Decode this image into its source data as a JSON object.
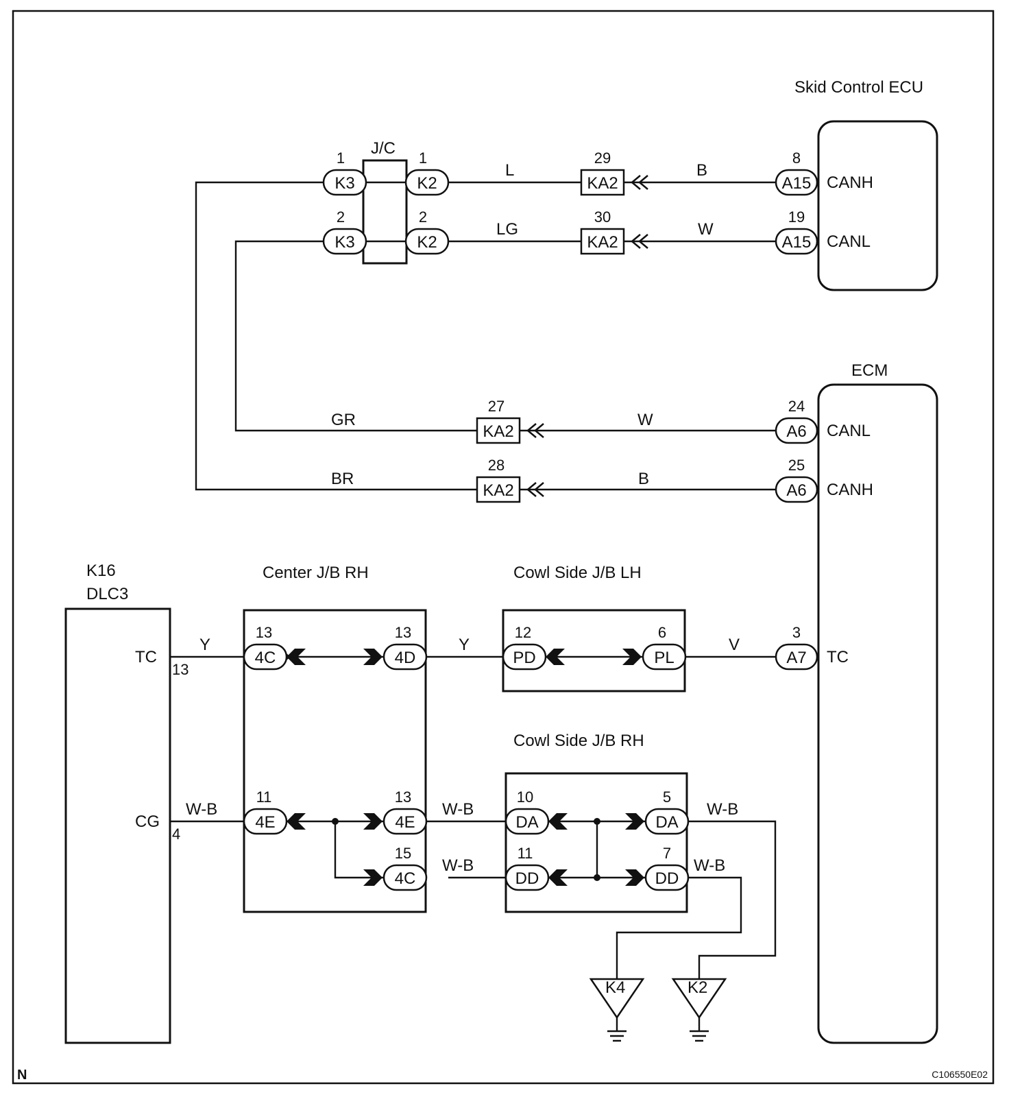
{
  "components": {
    "skid_ecu": {
      "title": "Skid Control ECU",
      "pins": [
        "CANH",
        "CANL"
      ]
    },
    "ecm": {
      "title": "ECM",
      "pins": [
        "CANL",
        "CANH",
        "TC"
      ]
    },
    "dlc3": {
      "line1": "K16",
      "line2": "DLC3",
      "pins": [
        "TC",
        "CG"
      ],
      "pin_numbers": [
        "13",
        "4"
      ]
    },
    "jc": {
      "title": "J/C"
    },
    "center_jb": {
      "title": "Center J/B RH"
    },
    "cowl_lh": {
      "title": "Cowl Side J/B LH"
    },
    "cowl_rh": {
      "title": "Cowl Side J/B RH"
    }
  },
  "connectors": {
    "k3_1": {
      "code": "K3",
      "pin": "1"
    },
    "k3_2": {
      "code": "K3",
      "pin": "2"
    },
    "k2_1": {
      "code": "K2",
      "pin": "1"
    },
    "k2_2": {
      "code": "K2",
      "pin": "2"
    },
    "ka2_29": {
      "code": "KA2",
      "pin": "29"
    },
    "ka2_30": {
      "code": "KA2",
      "pin": "30"
    },
    "ka2_27": {
      "code": "KA2",
      "pin": "27"
    },
    "ka2_28": {
      "code": "KA2",
      "pin": "28"
    },
    "a15_8": {
      "code": "A15",
      "pin": "8"
    },
    "a15_19": {
      "code": "A15",
      "pin": "19"
    },
    "a6_24": {
      "code": "A6",
      "pin": "24"
    },
    "a6_25": {
      "code": "A6",
      "pin": "25"
    },
    "a7_3": {
      "code": "A7",
      "pin": "3"
    },
    "c4c_13": {
      "code": "4C",
      "pin": "13"
    },
    "c4d_13": {
      "code": "4D",
      "pin": "13"
    },
    "pd_12": {
      "code": "PD",
      "pin": "12"
    },
    "pl_6": {
      "code": "PL",
      "pin": "6"
    },
    "c4e_11": {
      "code": "4E",
      "pin": "11"
    },
    "c4e_13": {
      "code": "4E",
      "pin": "13"
    },
    "c4c_15": {
      "code": "4C",
      "pin": "15"
    },
    "da_10": {
      "code": "DA",
      "pin": "10"
    },
    "da_5": {
      "code": "DA",
      "pin": "5"
    },
    "dd_11": {
      "code": "DD",
      "pin": "11"
    },
    "dd_7": {
      "code": "DD",
      "pin": "7"
    }
  },
  "wire_colors": {
    "canh_skid": "L",
    "canh_skid_ecu_side": "B",
    "canl_skid": "LG",
    "canl_skid_ecu_side": "W",
    "canl_ecm": "GR",
    "canl_ecm_side": "W",
    "canh_ecm": "BR",
    "canh_ecm_side": "B",
    "tc_dlc": "Y",
    "tc_mid": "Y",
    "tc_ecm": "V",
    "cg_dlc": "W-B",
    "cg_mid1": "W-B",
    "cg_mid2": "W-B",
    "ground_k2": "W-B",
    "ground_k4": "W-B"
  },
  "grounds": {
    "k4": "K4",
    "k2": "K2"
  },
  "footer": {
    "orientation": "N",
    "figure_id": "C106550E02"
  }
}
